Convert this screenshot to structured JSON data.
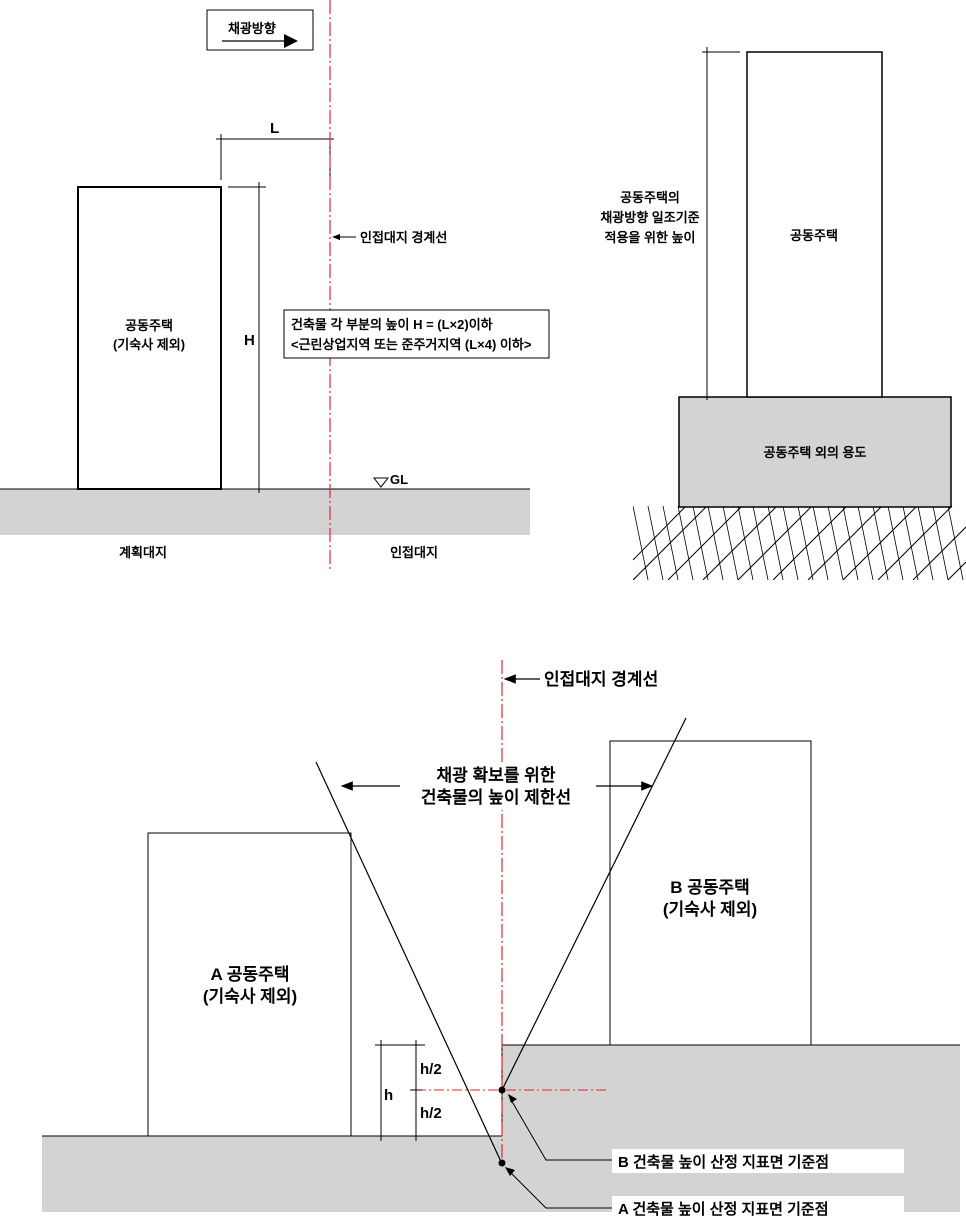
{
  "diagram1": {
    "direction_label": "채광방향",
    "dim_L": "L",
    "dim_H": "H",
    "building_line1": "공동주택",
    "building_line2": "(기숙사 제외)",
    "boundary_label": "인접대지 경계선",
    "rule_line1": "건축물 각 부분의 높이 H = (L×2)이하",
    "rule_line2": "<근린상업지역 또는 준주거지역 (L×4) 이하>",
    "gl_label": "GL",
    "site_left": "계획대지",
    "site_right": "인접대지"
  },
  "diagram2": {
    "height_line1": "공동주택의",
    "height_line2": "채광방향 일조기준",
    "height_line3": "적용을 위한 높이",
    "upper_label": "공동주택",
    "base_label": "공동주택 외의 용도"
  },
  "diagram3": {
    "boundary_label": "인접대지 경계선",
    "limit_line1": "채광 확보를 위한",
    "limit_line2": "건축물의 높이 제한선",
    "a_line1": "A 공동주택",
    "a_line2": "(기숙사 제외)",
    "b_line1": "B 공동주택",
    "b_line2": "(기숙사 제외)",
    "dim_h": "h",
    "dim_half_top": "h/2",
    "dim_half_bottom": "h/2",
    "b_ref_label": "B 건축물 높이 산정 지표면 기준점",
    "a_ref_label": "A 건축물 높이 산정 지표면 기준점"
  },
  "colors": {
    "ground": "#d3d3d3",
    "boundary_line": "#e0282e",
    "stroke": "#000000"
  }
}
